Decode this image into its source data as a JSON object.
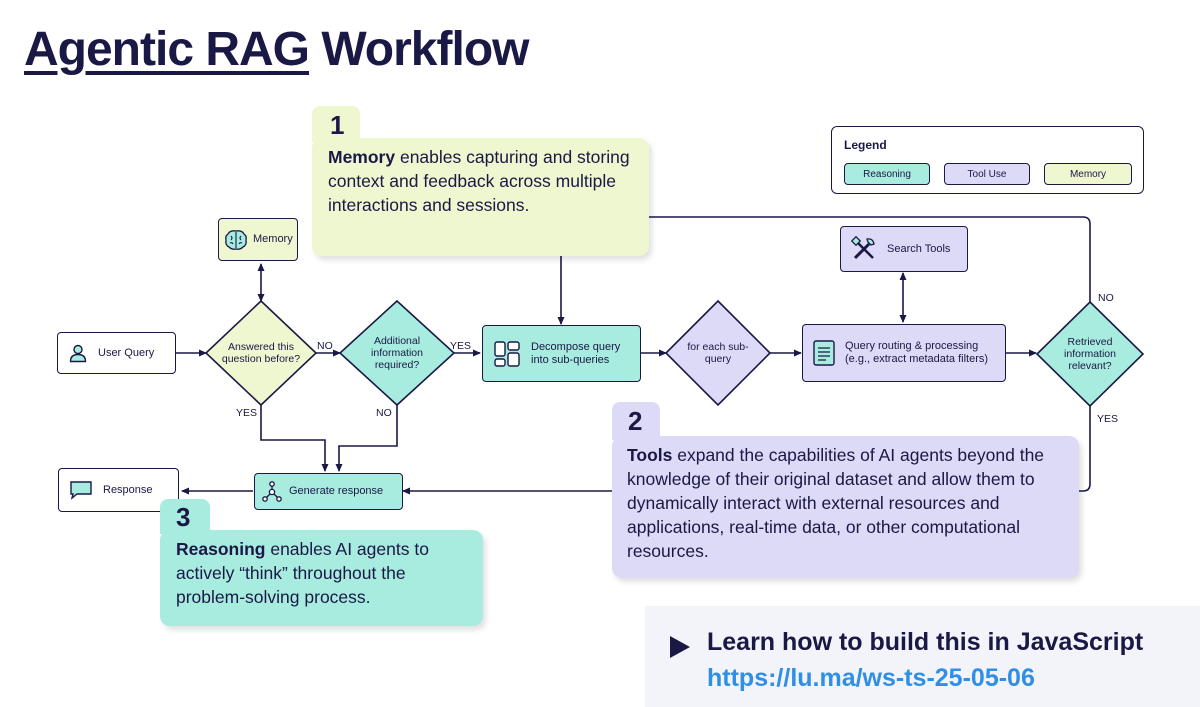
{
  "title": {
    "part1": "Agentic RAG",
    "part2": "Workflow"
  },
  "colors": {
    "reasoning": "#a8ecdf",
    "tool_use": "#dcdaf7",
    "memory": "#eef7cf",
    "navy": "#1a1845",
    "link": "#2f8fe6"
  },
  "legend": {
    "title": "Legend",
    "items": [
      {
        "label": "Reasoning",
        "color": "#a8ecdf"
      },
      {
        "label": "Tool Use",
        "color": "#dcdaf7"
      },
      {
        "label": "Memory",
        "color": "#eef7cf"
      }
    ]
  },
  "nodes": {
    "user_query": {
      "label": "User Query",
      "icon": "user-icon"
    },
    "memory": {
      "label": "Memory",
      "icon": "brain-icon"
    },
    "answered": {
      "label": "Answered this question before?"
    },
    "additional": {
      "label": "Additional information required?"
    },
    "decompose": {
      "label": "Decompose query into sub-queries",
      "icon": "grid-icon"
    },
    "for_each": {
      "label": "for each sub-query"
    },
    "routing": {
      "label": "Query routing & processing (e.g., extract metadata filters)",
      "icon": "document-icon"
    },
    "search_tools": {
      "label": "Search Tools",
      "icon": "tools-icon"
    },
    "retrieved": {
      "label": "Retrieved information relevant?"
    },
    "generate": {
      "label": "Generate response",
      "icon": "network-icon"
    },
    "response": {
      "label": "Response",
      "icon": "chat-icon"
    }
  },
  "edge_labels": {
    "no1": "NO",
    "yes1": "YES",
    "yes_answered": "YES",
    "no_additional": "NO",
    "no_retrieved": "NO",
    "yes_retrieved": "YES"
  },
  "callouts": {
    "memory": {
      "number": "1",
      "bold": "Memory",
      "text": " enables capturing and storing context and feedback across multiple interactions and sessions."
    },
    "tools": {
      "number": "2",
      "bold": "Tools",
      "text": " expand the capabilities of AI agents beyond the knowledge of their original dataset and allow them to dynamically interact with external resources and applications, real-time data, or other computational resources."
    },
    "reasoning": {
      "number": "3",
      "bold": "Reasoning",
      "text": " enables AI agents to actively “think” throughout the problem-solving process."
    }
  },
  "cta": {
    "text": "Learn how to build this in JavaScript",
    "link": "https://lu.ma/ws-ts-25-05-06",
    "icon": "play-icon"
  }
}
